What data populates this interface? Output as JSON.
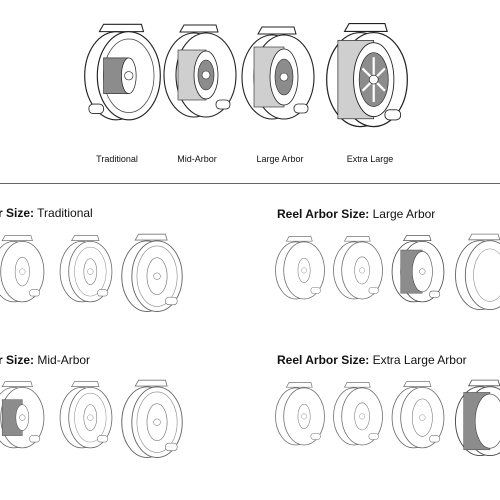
{
  "top_labels": [
    "Traditional",
    "Mid-Arbor",
    "Large Arbor",
    "Extra Large"
  ],
  "panels": [
    {
      "label": "r Size:",
      "value": "Traditional"
    },
    {
      "label": "Reel Arbor Size:",
      "value": "Large Arbor"
    },
    {
      "label": "r Size:",
      "value": "Mid-Arbor"
    },
    {
      "label": "Reel Arbor Size:",
      "value": "Extra Large Arbor"
    }
  ],
  "colors": {
    "line": "#222222",
    "arbor_dark": "#8c8c8c",
    "arbor_light": "#cfcfcf",
    "line_gray": "#9a9a9a"
  }
}
